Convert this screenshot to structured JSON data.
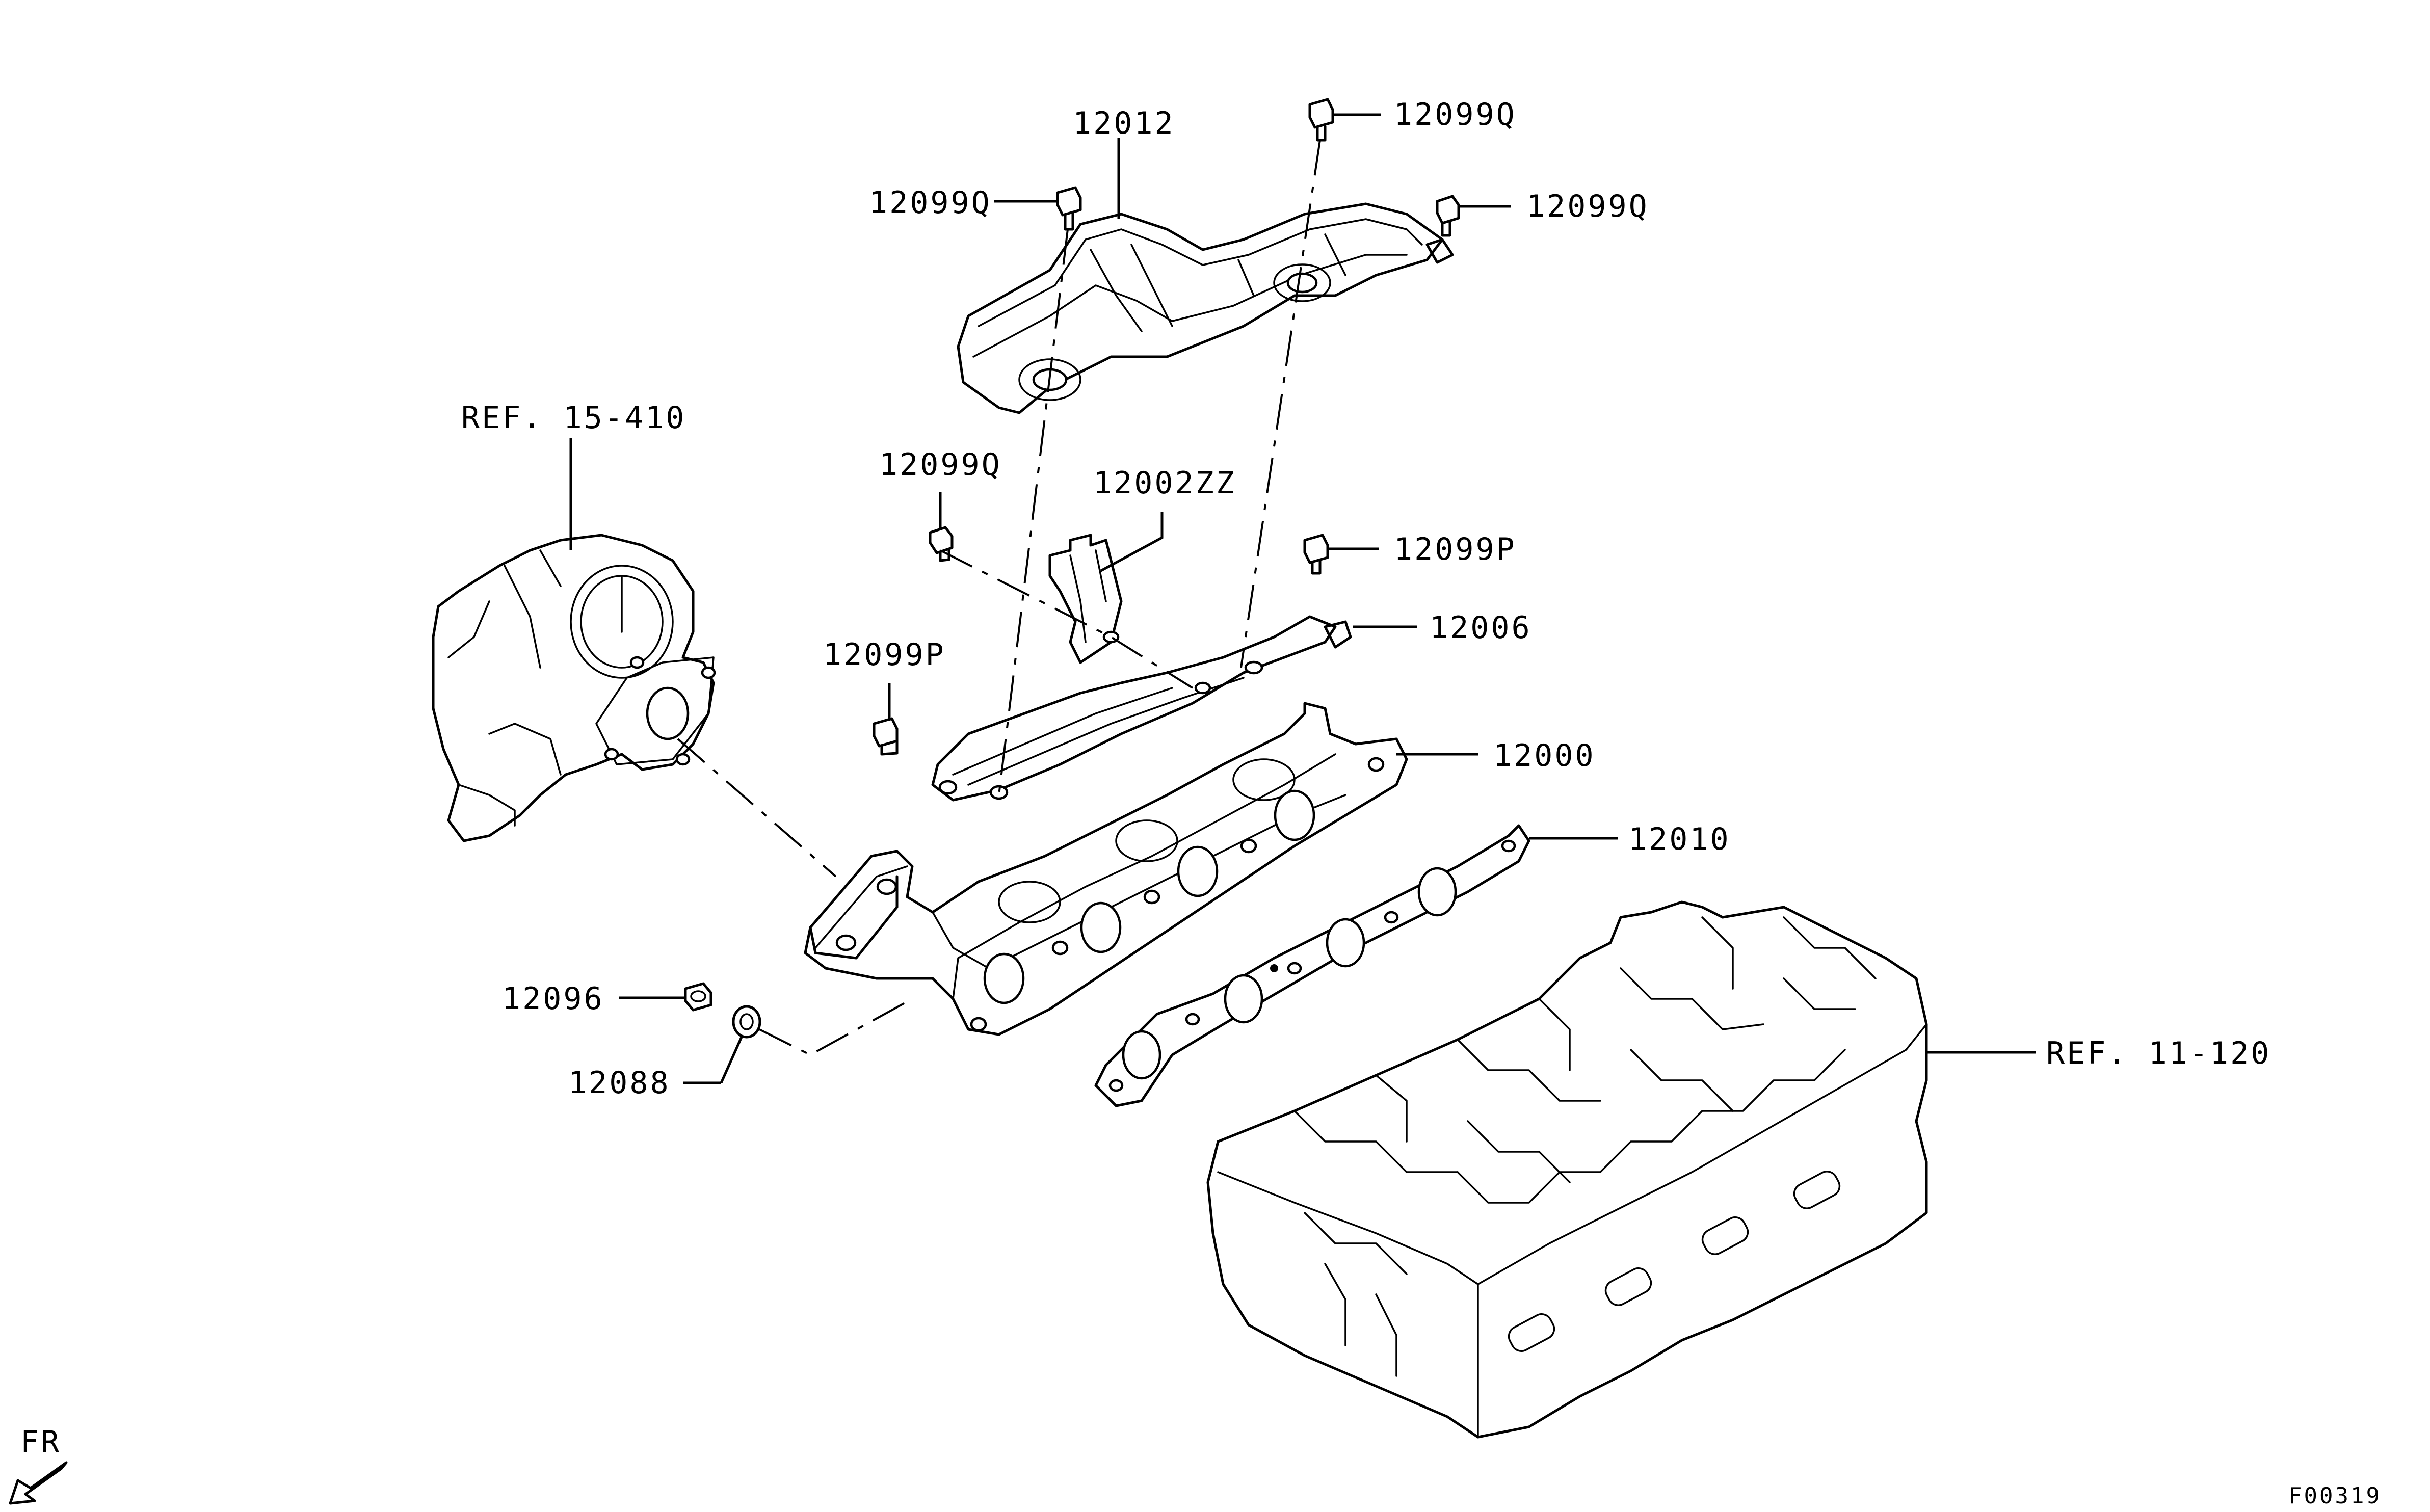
{
  "labels": {
    "p12012": "12012",
    "p12099q_top": "12099Q",
    "p12099q_left": "12099Q",
    "p12099q_right": "12099Q",
    "p12099q_mid": "12099Q",
    "p12002zz": "12002ZZ",
    "p12099p_right": "12099P",
    "p12099p_left": "12099P",
    "p12006": "12006",
    "p12000": "12000",
    "p12010": "12010",
    "p12096": "12096",
    "p12088": "12088",
    "ref_turbo": "REF. 15-410",
    "ref_head": "REF. 11-120",
    "direction": "FR",
    "figure_code": "F00319"
  }
}
